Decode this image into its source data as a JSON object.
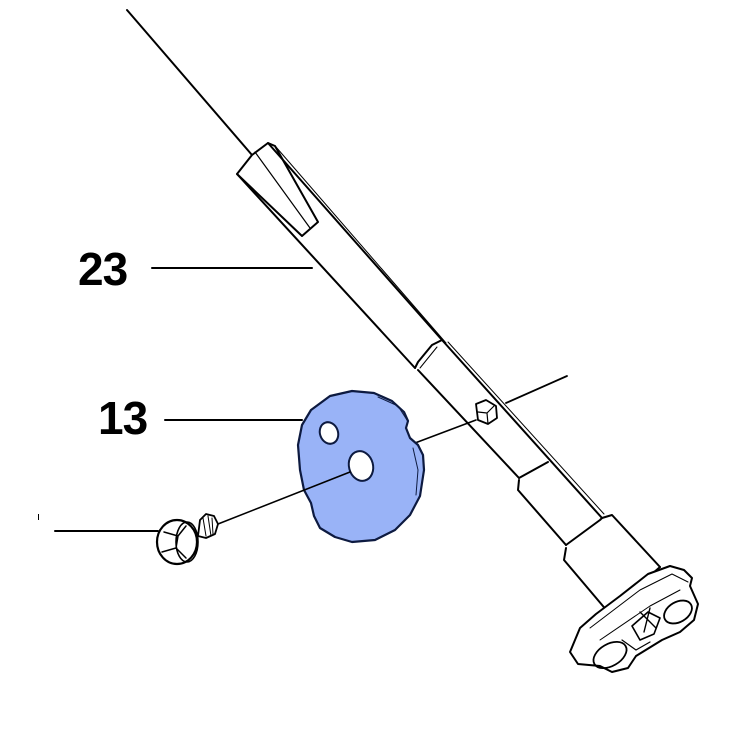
{
  "diagram": {
    "type": "exploded-parts-view",
    "callouts": [
      {
        "number": "23",
        "part": "shaft"
      },
      {
        "number": "13",
        "part": "plate"
      }
    ],
    "highlighted_part": {
      "callout": "13",
      "color": "#99b3f7",
      "outline_color": "#0d1a40"
    },
    "parts": [
      {
        "name": "shaft",
        "callout": "23"
      },
      {
        "name": "plate",
        "callout": "13"
      },
      {
        "name": "screw",
        "callout": ""
      },
      {
        "name": "nut",
        "callout": ""
      },
      {
        "name": "end-fitting",
        "callout": ""
      }
    ],
    "colors": {
      "line": "#000000",
      "background": "#ffffff",
      "highlight": "#99b3f7"
    }
  }
}
